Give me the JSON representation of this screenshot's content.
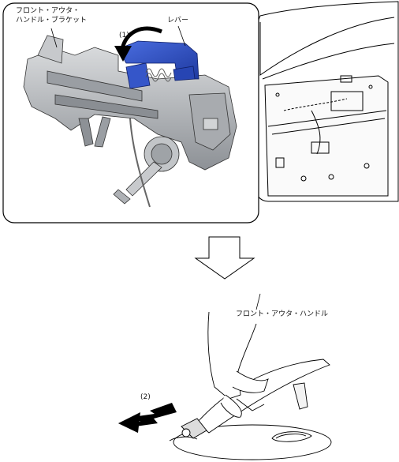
{
  "labels": {
    "bracket_line1": "フロント・アウタ・",
    "bracket_line2": "ハンドル・ブラケット",
    "lever": "レバー",
    "step1": "(1)",
    "handle": "フロント・アウタ・ハンドル",
    "step2": "(2)"
  },
  "colors": {
    "lever_blue": "#2d4fc4",
    "part_gray": "#b9bcbf",
    "part_dark": "#6f7378",
    "outline": "#000000"
  }
}
